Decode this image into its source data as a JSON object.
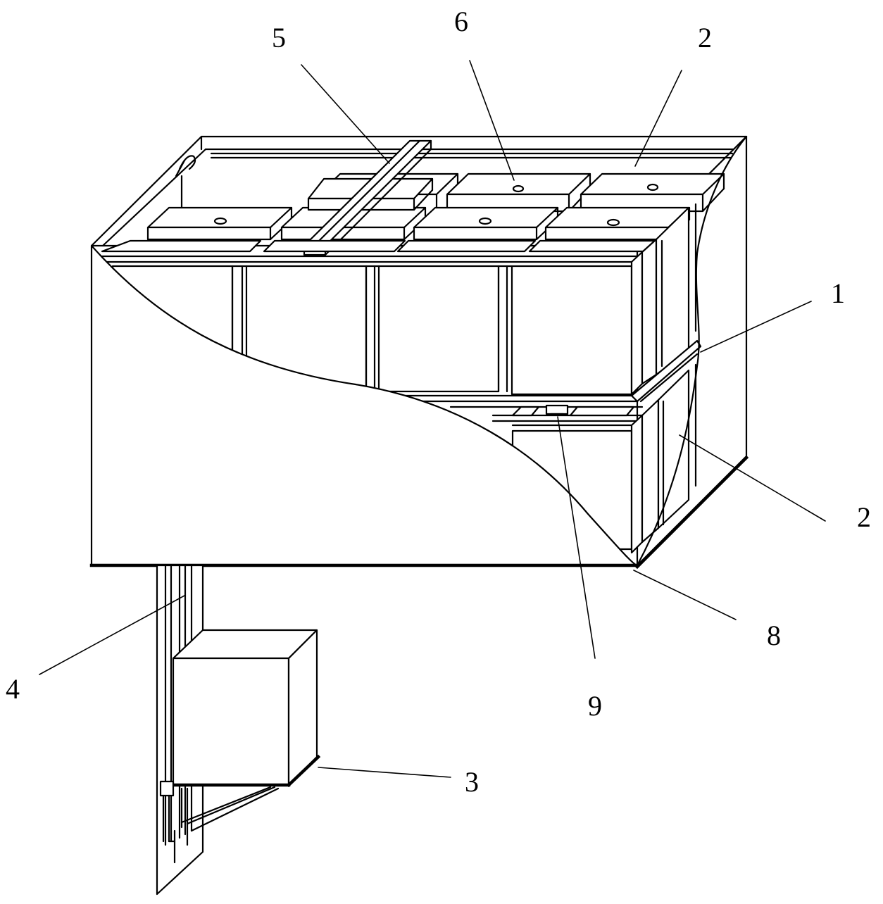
{
  "diagram": {
    "labels": [
      {
        "id": "label-1",
        "text": "1"
      },
      {
        "id": "label-2-top",
        "text": "2"
      },
      {
        "id": "label-2-right",
        "text": "2"
      },
      {
        "id": "label-3",
        "text": "3"
      },
      {
        "id": "label-4",
        "text": "4"
      },
      {
        "id": "label-5",
        "text": "5"
      },
      {
        "id": "label-6",
        "text": "6"
      },
      {
        "id": "label-8",
        "text": "8"
      },
      {
        "id": "label-9",
        "text": "9"
      }
    ]
  }
}
